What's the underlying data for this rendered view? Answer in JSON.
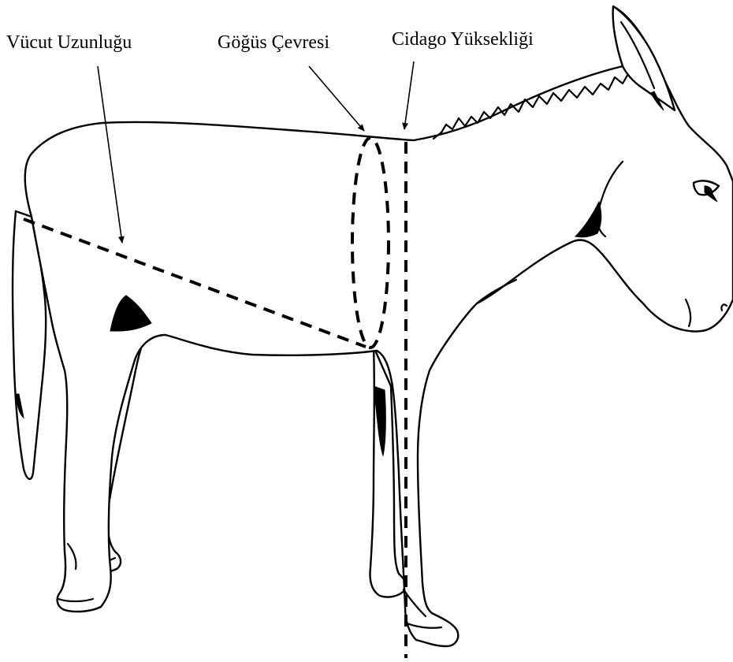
{
  "labels": {
    "body_length": "Vücut Uzunluğu",
    "chest_circumference": "Göğüs Çevresi",
    "wither_height": "Cidago Yüksekliği"
  },
  "colors": {
    "line": "#000000",
    "background": "#ffffff"
  }
}
